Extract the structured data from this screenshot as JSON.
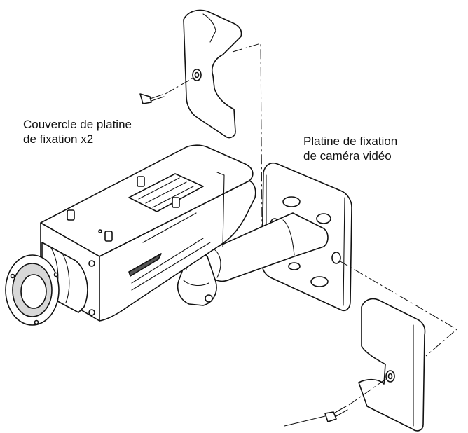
{
  "labels": {
    "cover": {
      "line1": "Couvercle de platine",
      "line2": "de fixation x2"
    },
    "plate": {
      "line1": "Platine de fixation",
      "line2": "de caméra vidéo"
    }
  }
}
